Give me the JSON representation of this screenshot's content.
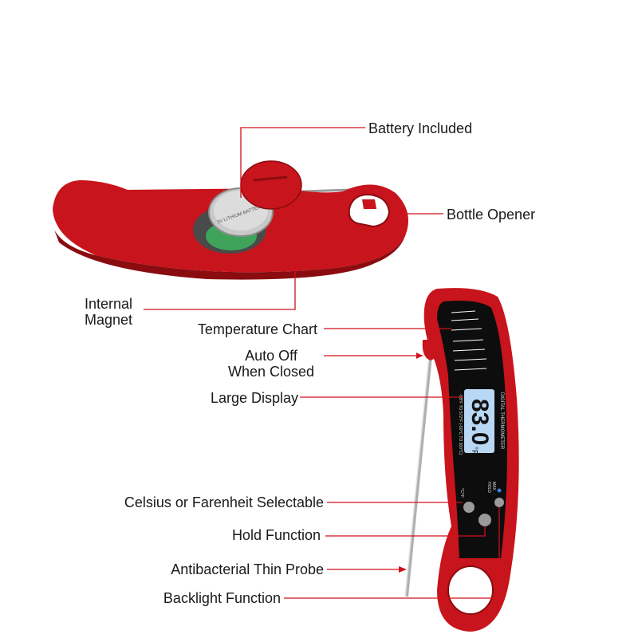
{
  "colors": {
    "body_red": "#c8141c",
    "dark_red": "#8a0c10",
    "leader_line": "#d0101a",
    "screen_bg": "#0d0d0d",
    "lcd_blue": "#b9d8f4",
    "metal": "#b8b8b8"
  },
  "labels": {
    "battery": "Battery Included",
    "bottle_opener": "Bottle Opener",
    "internal_magnet_line1": "Internal",
    "internal_magnet_line2": "Magnet",
    "temperature_chart": "Temperature Chart",
    "auto_off_line1": "Auto Off",
    "auto_off_line2": "When Closed",
    "large_display": "Large Display",
    "celsius_farenheit": "Celsius or Farenheit Selectable",
    "hold_function": "Hold Function",
    "antibacterial_probe": "Antibacterial Thin Probe",
    "backlight_function": "Backlight Function"
  },
  "device": {
    "display_reading": "83.0",
    "display_unit": "°F",
    "brand_text": "DIGITAL THERMOMETER",
    "range_text": "-58°F TO 572°F (-50°C TO 300°C)",
    "battery_text": "3V LITHIUM BATTERY",
    "button_labels": [
      "°C/°F",
      "HOLD",
      "MAX"
    ]
  }
}
